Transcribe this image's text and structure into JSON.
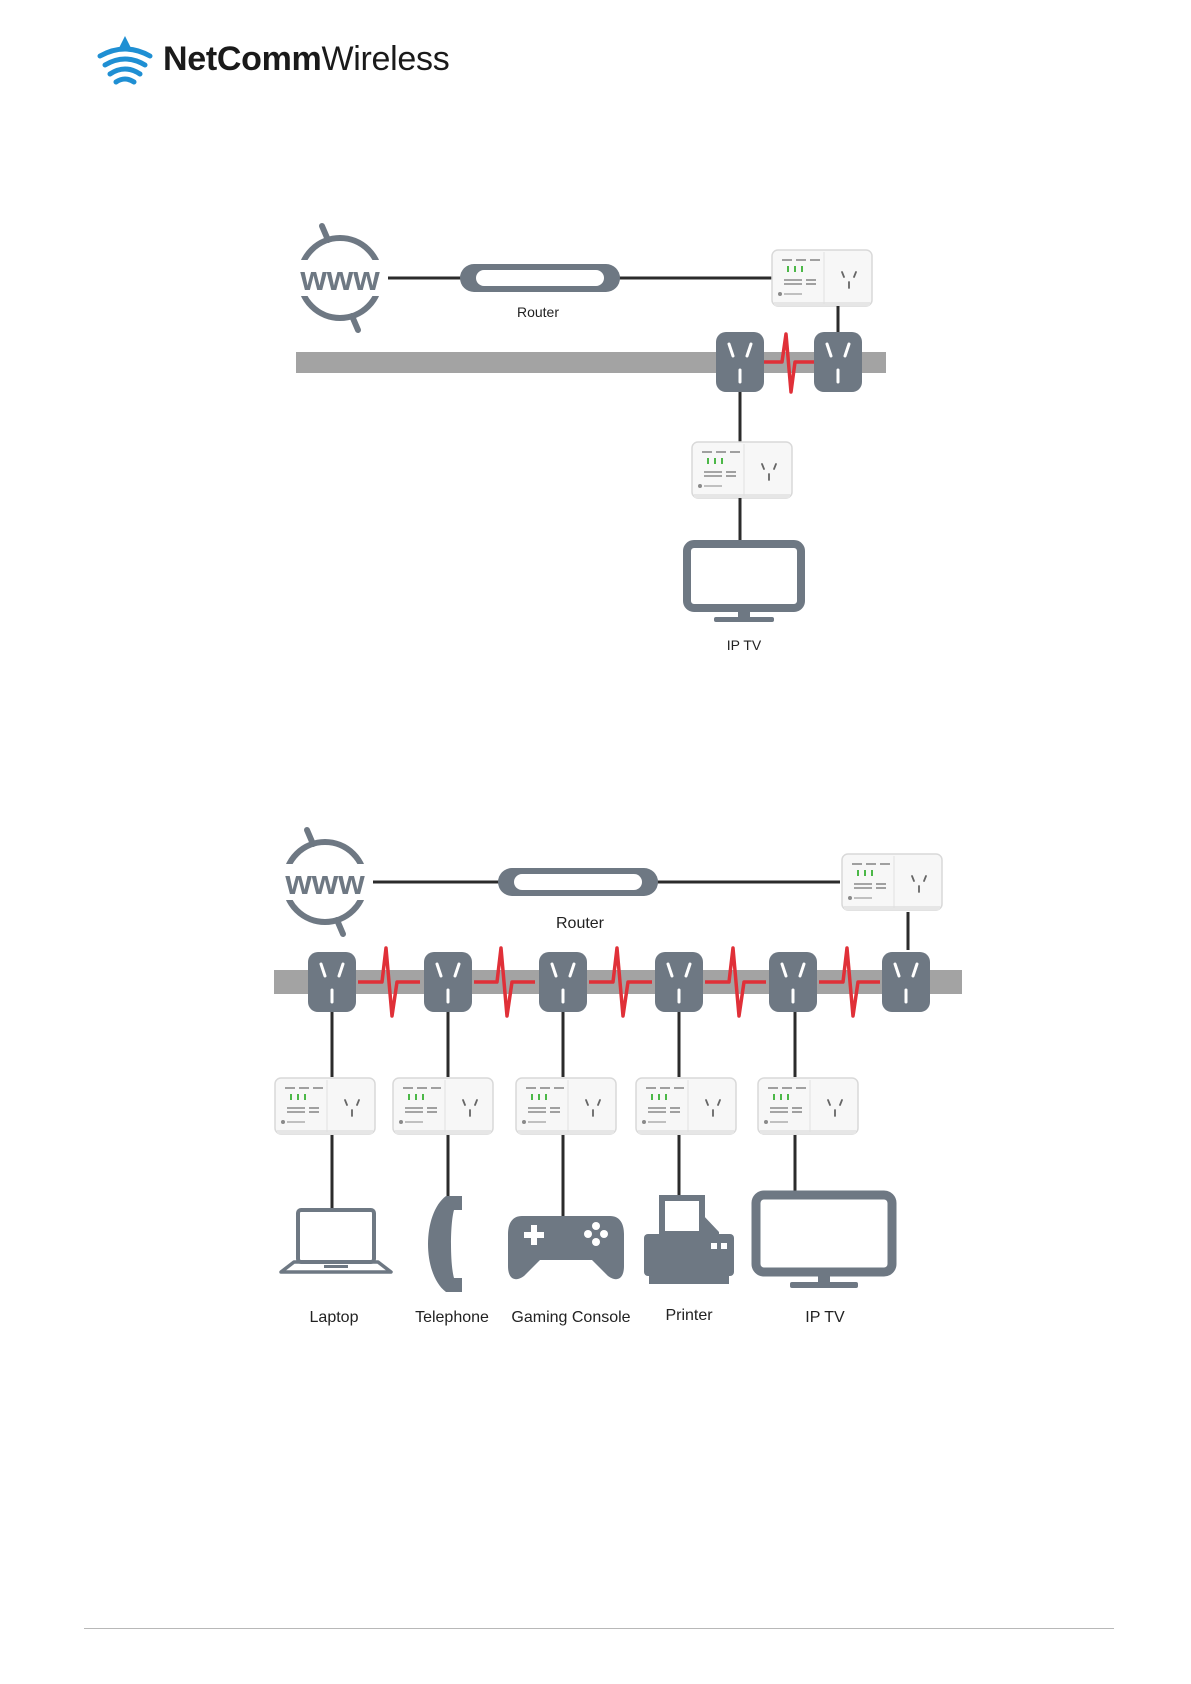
{
  "brand": {
    "name_bold": "NetComm",
    "name_light": "Wireless",
    "icon": "wifi-signal-logo-icon",
    "color": "#1f8fd3"
  },
  "colors": {
    "device_gray": "#6e7883",
    "powerline": "#a3a3a3",
    "signal_red": "#e03038",
    "adapter_white": "#f6f6f6"
  },
  "diagram_1": {
    "internet_label": "www",
    "router_label": "Router",
    "devices": [
      {
        "label": "IP TV",
        "icon": "tv-icon"
      }
    ]
  },
  "diagram_2": {
    "internet_label": "www",
    "router_label": "Router",
    "devices": [
      {
        "label": "Laptop",
        "icon": "laptop-icon"
      },
      {
        "label": "Telephone",
        "icon": "telephone-icon"
      },
      {
        "label": "Gaming Console",
        "icon": "gamepad-icon"
      },
      {
        "label": "Printer",
        "icon": "printer-icon"
      },
      {
        "label": "IP TV",
        "icon": "tv-icon"
      }
    ]
  }
}
